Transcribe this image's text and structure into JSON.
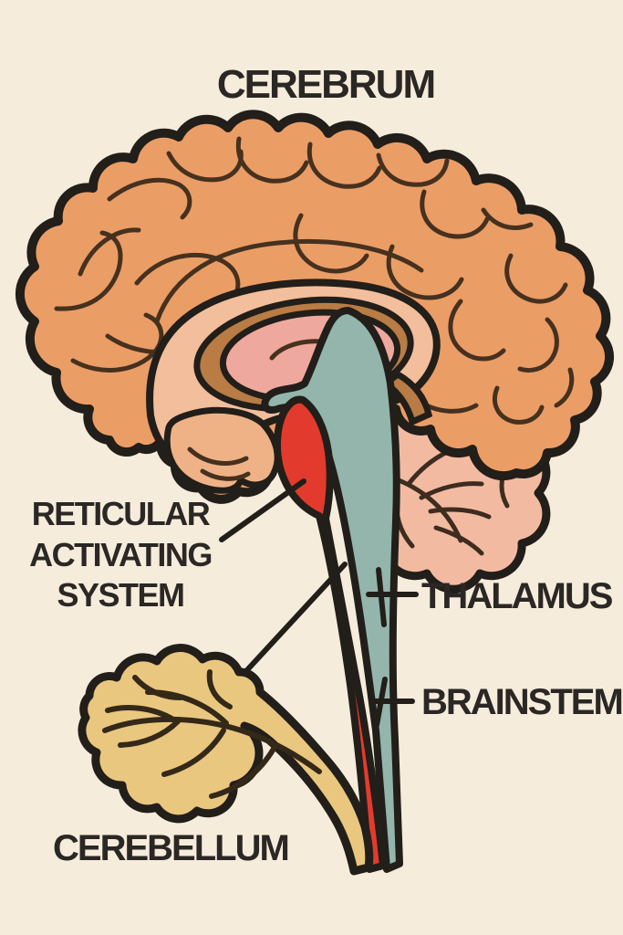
{
  "poster": {
    "subject": "brain-anatomy-diagram",
    "background_color": "#F6ECDC",
    "ink_color": "#2B2724",
    "outline_color": "#221E19"
  },
  "labels": {
    "cerebrum": "CEREBRUM",
    "ras": [
      "RETICULAR",
      "ACTIVATING",
      "SYSTEM"
    ],
    "thalamus": "THALAMUS",
    "brainstem": "BRAINSTEM",
    "cerebellum": "CEREBELLUM"
  },
  "palette": {
    "cerebrum_orange": "#EB9D66",
    "inner_band_light": "#F2BE9B",
    "lower_lobe_light": "#EFB286",
    "corpus_callosum_brown": "#B97C45",
    "thalamus_pink": "#EFA89D",
    "cerebellum_attached_pink": "#F2BBA1",
    "brainstem_teal": "#93B5AC",
    "ras_red": "#E23B2D",
    "cerebellum_yellow": "#EAC77F"
  },
  "parts": [
    {
      "name": "cerebrum",
      "color": "#EB9D66",
      "label": "CEREBRUM"
    },
    {
      "name": "reticular-activating-system",
      "color": "#E23B2D",
      "label": "RETICULAR ACTIVATING SYSTEM"
    },
    {
      "name": "thalamus",
      "color": "#EFA89D",
      "label": "THALAMUS"
    },
    {
      "name": "brainstem",
      "color": "#93B5AC",
      "label": "BRAINSTEM"
    },
    {
      "name": "cerebellum",
      "color": "#EAC77F",
      "label": "CEREBELLUM"
    }
  ]
}
